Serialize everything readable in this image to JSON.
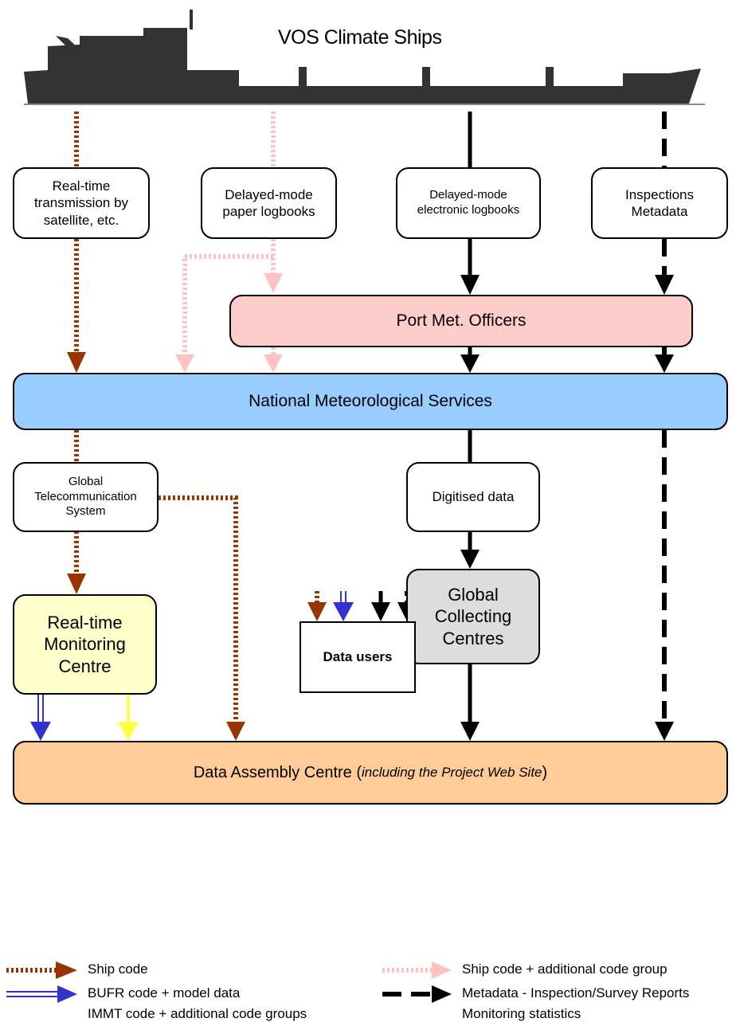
{
  "title": "VOS Climate Ships",
  "nodes": {
    "realtime_transmission": "Real-time\ntransmission by\nsatellite, etc.",
    "paper_logbooks": "Delayed-mode\npaper logbooks",
    "electronic_logbooks": "Delayed-mode\nelectronic logbooks",
    "inspections": "Inspections\nMetadata",
    "port_met_officers": "Port Met. Officers",
    "nms": "National Meteorological Services",
    "gts": "Global\nTelecommunication\nSystem",
    "digitised": "Digitised data",
    "rmc": "Real-time\nMonitoring\nCentre",
    "gcc": "Global\nCollecting\nCentres",
    "dac_main": "Data Assembly Centre (",
    "dac_italic": "including the Project Web Site",
    "dac_end": ")",
    "data_users": "Data users"
  },
  "legend": [
    {
      "label": "Ship code",
      "style": "dotted-brown"
    },
    {
      "label": "BUFR code + model data",
      "style": "double-blue"
    },
    {
      "label": "IMMT code + additional code groups",
      "style": "solid-black"
    },
    {
      "label": "Ship code + additional code group",
      "style": "dotted-pink"
    },
    {
      "label": "Metadata - Inspection/Survey Reports",
      "style": "dashed-black"
    },
    {
      "label": "Monitoring statistics",
      "style": "solid-yellow"
    }
  ],
  "colors": {
    "ship_code": "#993300",
    "ship_code_additional": "#ffc2c2",
    "bufr": "#3333cc",
    "immt": "#000000",
    "monitoring": "#ffff44",
    "port_box": "#ffcccc",
    "nms_box": "#99ccff",
    "rmc_box": "#ffffcc",
    "gcc_box": "#dddddd",
    "dac_box": "#ffcc99"
  }
}
